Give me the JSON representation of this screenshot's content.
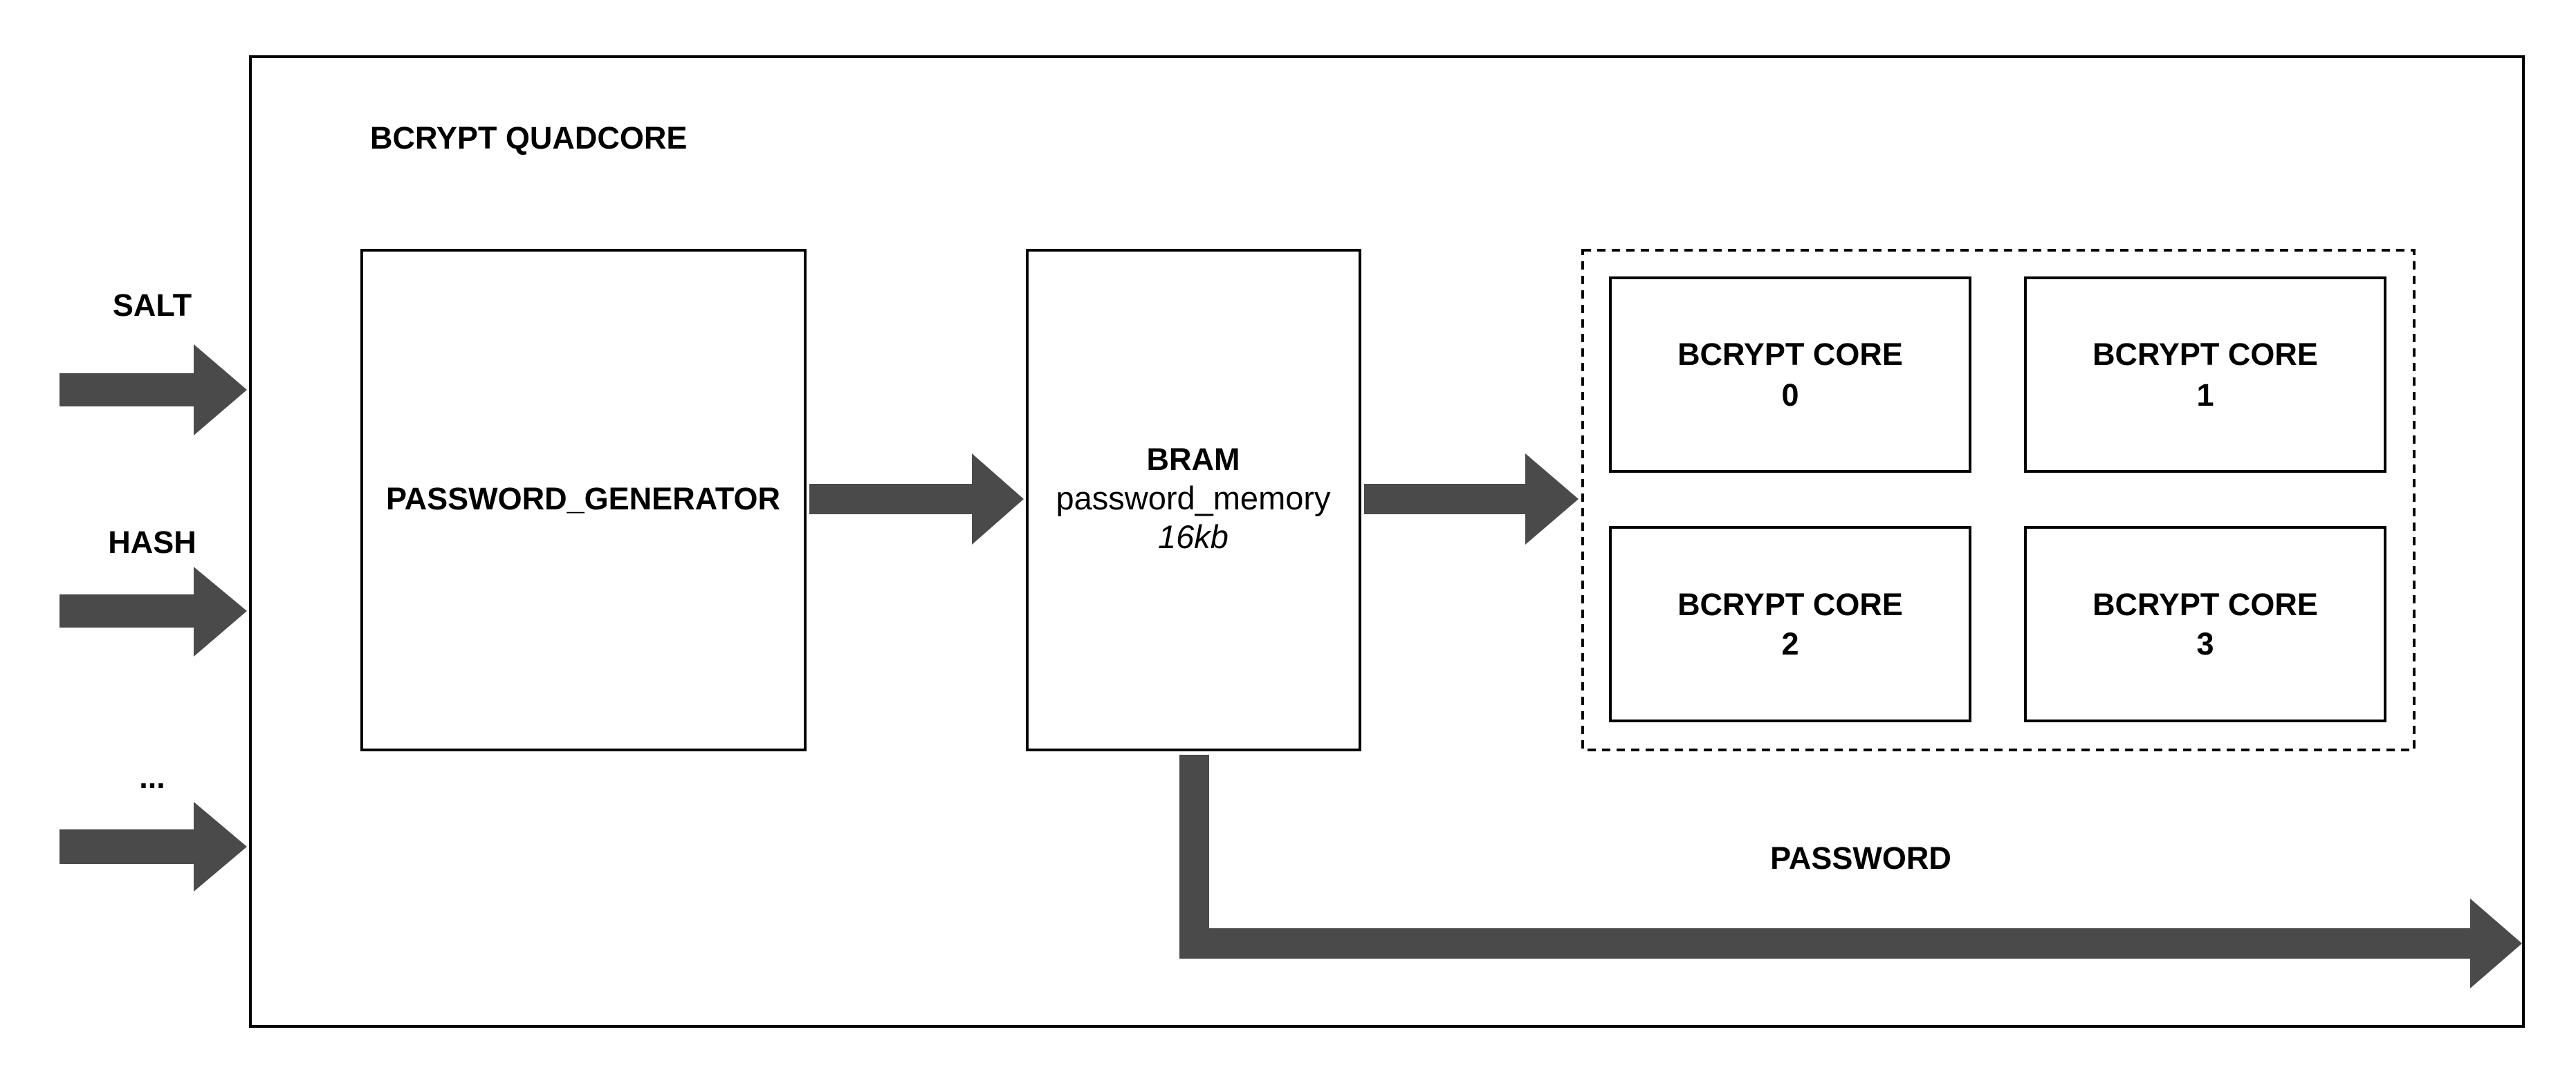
{
  "colors": {
    "background": "#ffffff",
    "stroke": "#000000",
    "arrow": "#4a4a4a"
  },
  "container": {
    "title": "BCRYPT QUADCORE"
  },
  "inputs": [
    {
      "label": "SALT"
    },
    {
      "label": "HASH"
    },
    {
      "label": "..."
    }
  ],
  "generator": {
    "label": "PASSWORD_GENERATOR"
  },
  "bram": {
    "title": "BRAM",
    "name": "password_memory",
    "size": "16kb"
  },
  "cores": [
    {
      "title": "BCRYPT CORE",
      "index": "0"
    },
    {
      "title": "BCRYPT CORE",
      "index": "1"
    },
    {
      "title": "BCRYPT CORE",
      "index": "2"
    },
    {
      "title": "BCRYPT CORE",
      "index": "3"
    }
  ],
  "output": {
    "label": "PASSWORD"
  }
}
